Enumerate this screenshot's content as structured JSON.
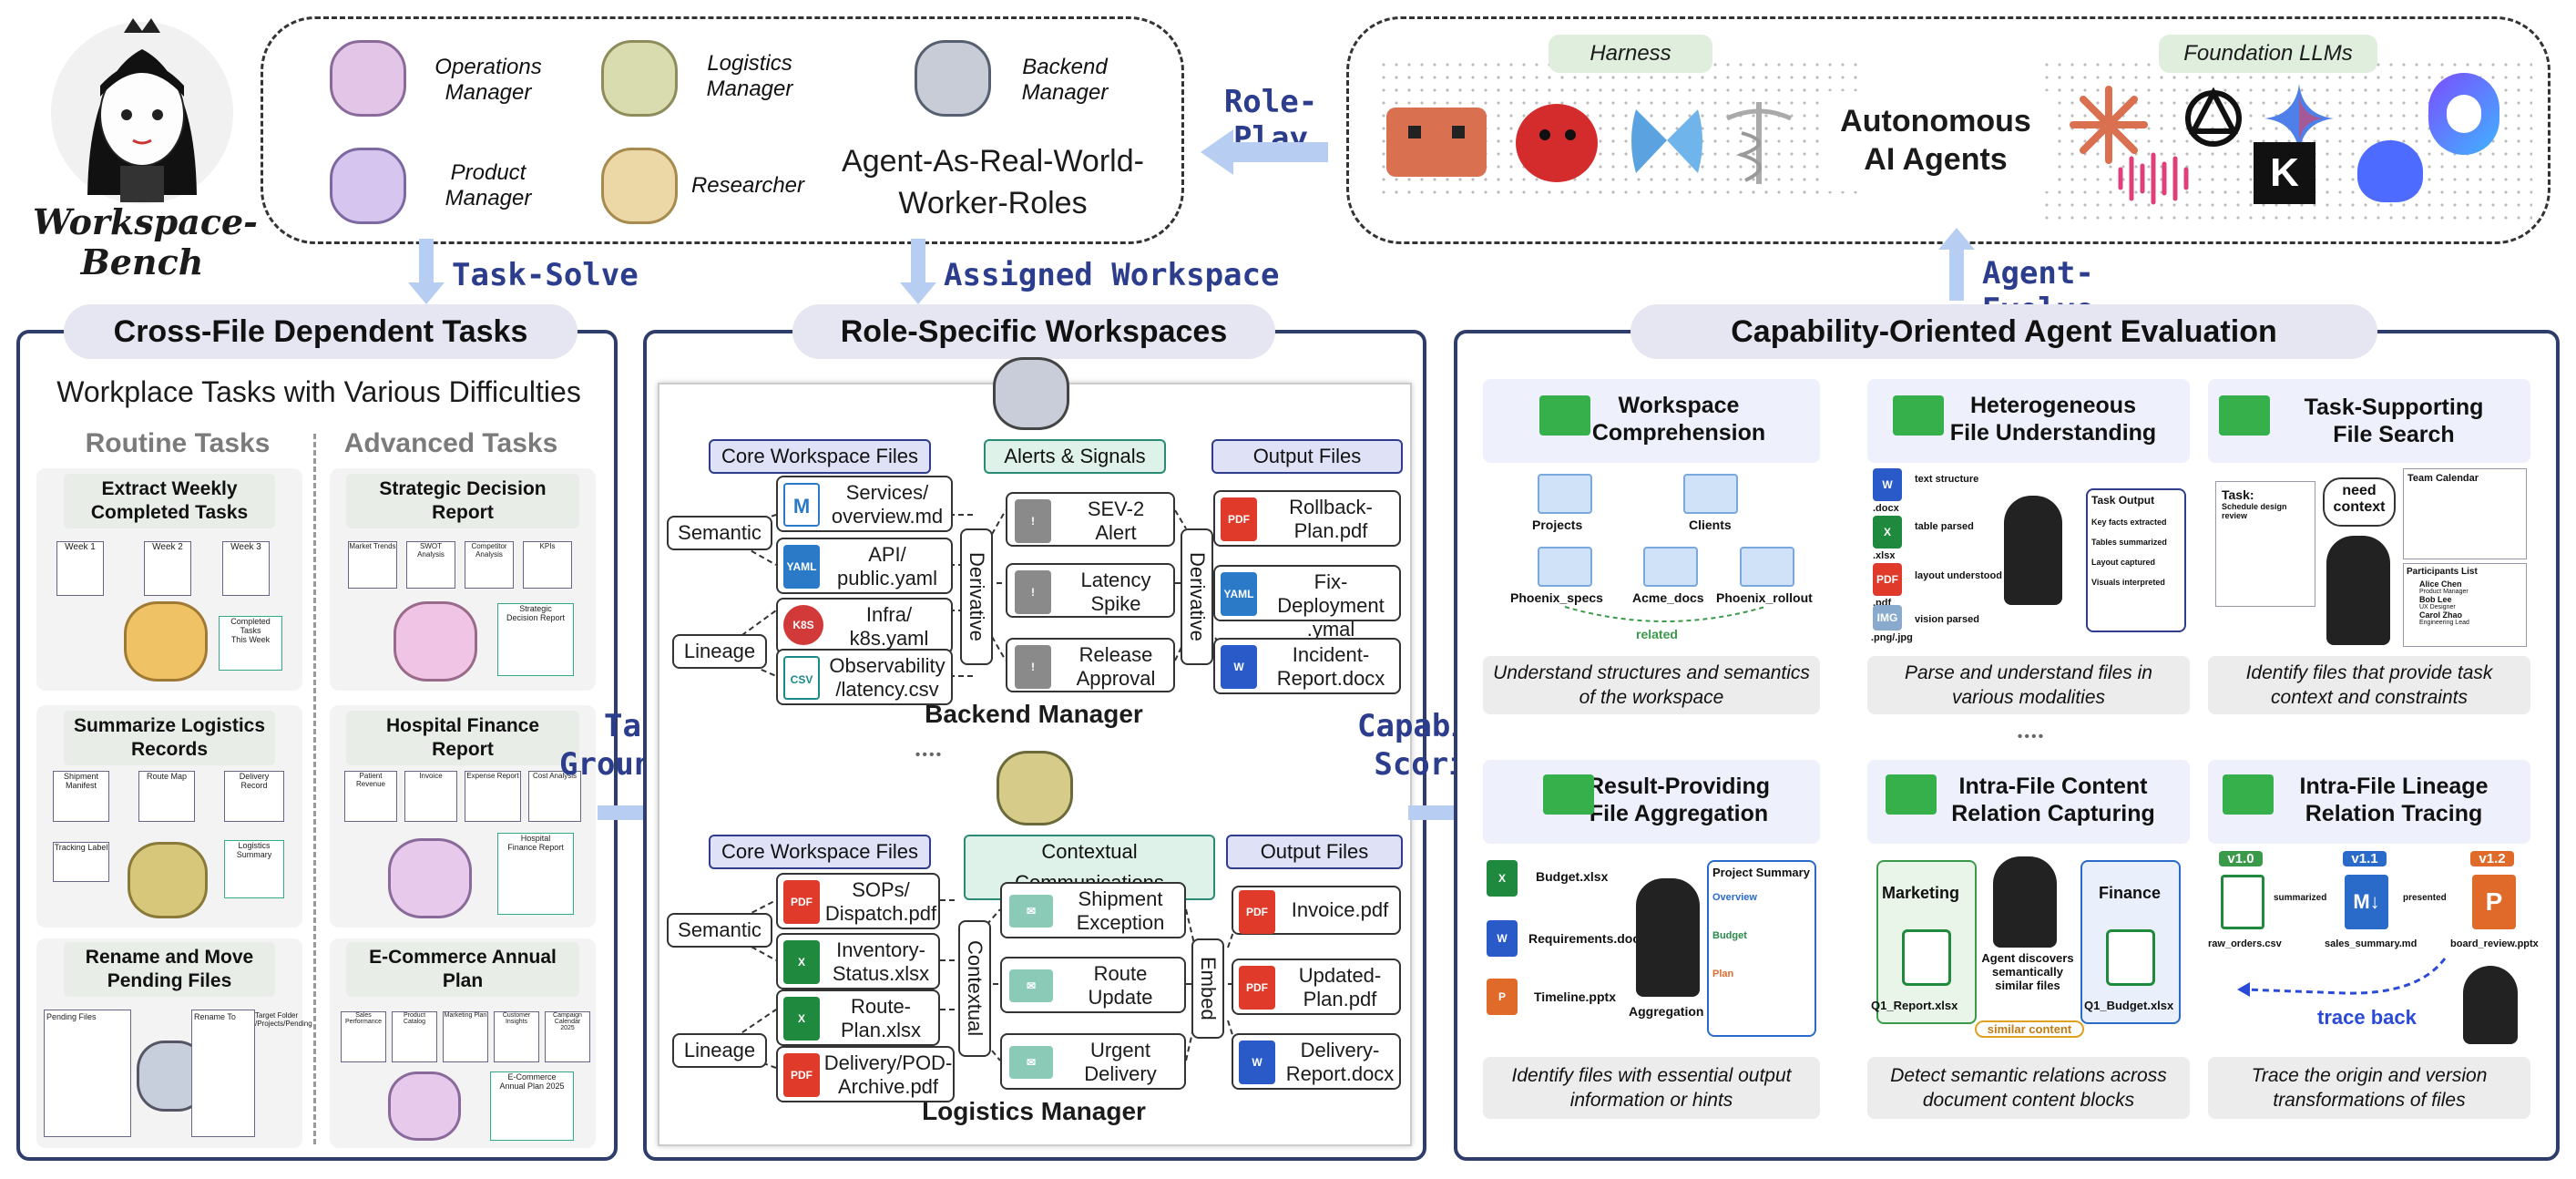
{
  "brand": {
    "title": "Workspace-\nBench"
  },
  "roles": {
    "ops": "Operations\nManager",
    "logistics": "Logistics\nManager",
    "backend": "Backend\nManager",
    "product": "Product\nManager",
    "researcher": "Researcher",
    "caption": "Agent-As-Real-World-\nWorker-Roles"
  },
  "flow": {
    "role_play": "Role-Play",
    "task_solve": "Task-Solve",
    "assigned_workspace": "Assigned Workspace",
    "agent_evolve": "Agent-Evolve",
    "task_grounding": "Task\nGrounding",
    "capability_scoring": "Capability\nScoring"
  },
  "agents": {
    "harness": "Harness",
    "foundation": "Foundation LLMs",
    "center": "Autonomous\nAI Agents"
  },
  "left": {
    "title": "Cross-File Dependent Tasks",
    "subtitle": "Workplace Tasks with Various Difficulties",
    "routine": "Routine Tasks",
    "advanced": "Advanced Tasks",
    "cards": [
      "Extract Weekly\nCompleted Tasks",
      "Summarize Logistics\nRecords",
      "Rename and Move\nPending Files",
      "Strategic Decision\nReport",
      "Hospital Finance\nReport",
      "E-Commerce Annual\nPlan"
    ],
    "card_text": {
      "week1": "Week 1",
      "week2": "Week 2",
      "week3": "Week 3",
      "completed": "Completed Tasks\nThis Week",
      "shipment": "Shipment\nManifest",
      "route_map": "Route Map",
      "delivery": "Delivery Record",
      "tracking": "Tracking Label",
      "logistics_summary": "Logistics\nSummary",
      "pending_files": "Pending Files",
      "rename_to": "Rename To",
      "target": "Target Folder\n/Projects/Pending",
      "strategic": "Strategic\nDecision Report",
      "market": "Market Trends",
      "swot": "SWOT Analysis",
      "competitor": "Competitor\nAnalysis",
      "kpis": "KPIs",
      "patient": "Patient Revenue",
      "invoice": "Invoice",
      "expense": "Expense Report",
      "cost": "Cost Analysis",
      "hospital_report": "Hospital\nFinance Report",
      "sales": "Sales Performance",
      "catalog": "Product Catalog",
      "marketing": "Marketing Plan",
      "insights": "Customer Insights",
      "calendar": "Campaign Calendar\n2025",
      "annual": "E-Commerce\nAnnual Plan 2025"
    }
  },
  "middle": {
    "title": "Role-Specific Workspaces",
    "backend": {
      "h1": "Core Workspace Files",
      "h2": "Alerts & Signals",
      "h3": "Output Files",
      "semantic": "Semantic",
      "lineage": "Lineage",
      "derivative": "Derivative",
      "files": [
        "Services/\noverview.md",
        "API/\npublic.yaml",
        "Infra/\nk8s.yaml",
        "Observability\n/latency.csv"
      ],
      "signals": [
        "SEV-2\nAlert",
        "Latency\nSpike",
        "Release\nApproval"
      ],
      "outputs": [
        "Rollback-\nPlan.pdf",
        "Fix-Deployment\n.ymal",
        "Incident-\nReport.docx"
      ],
      "label": "Backend Manager"
    },
    "ellipsis": "••••",
    "logistics": {
      "h1": "Core Workspace Files",
      "h2": "Contextual Communications",
      "h3": "Output Files",
      "semantic": "Semantic",
      "lineage": "Lineage",
      "contextual": "Contextual",
      "embed": "Embed",
      "files": [
        "SOPs/\nDispatch.pdf",
        "Inventory-\nStatus.xlsx",
        "Route-\nPlan.xlsx",
        "Delivery/POD-\nArchive.pdf"
      ],
      "signals": [
        "Shipment\nException",
        "Route\nUpdate",
        "Urgent\nDelivery"
      ],
      "outputs": [
        "Invoice.pdf",
        "Updated-\nPlan.pdf",
        "Delivery-\nReport.docx"
      ],
      "label": "Logistics Manager"
    }
  },
  "right": {
    "title": "Capability-Oriented Agent Evaluation",
    "cards": [
      {
        "title": "Workspace\nComprehension",
        "desc": "Understand structures and semantics\nof the workspace"
      },
      {
        "title": "Heterogeneous\nFile Understanding",
        "desc": "Parse and understand files in\nvarious modalities"
      },
      {
        "title": "Task-Supporting\nFile Search",
        "desc": "Identify files that provide task\ncontext and constraints"
      },
      {
        "title": "Result-Providing\nFile Aggregation",
        "desc": "Identify files with essential output\ninformation or hints"
      },
      {
        "title": "Intra-File Content\nRelation Capturing",
        "desc": "Detect semantic relations across\ndocument content blocks"
      },
      {
        "title": "Intra-File Lineage\nRelation Tracing",
        "desc": "Trace the origin and version\ntransformations of files"
      }
    ],
    "ellipsis": "••••",
    "c1": {
      "projects": "Projects",
      "clients": "Clients",
      "phoenix_specs": "Phoenix_specs",
      "acme": "Acme_docs",
      "rollout": "Phoenix_rollout",
      "related": "related"
    },
    "c2": {
      "docx": ".docx",
      "xlsx": ".xlsx",
      "pdf": ".pdf",
      "png": ".png/.jpg",
      "t1": "text structure",
      "t2": "table parsed",
      "t3": "layout understood",
      "t4": "vision parsed",
      "out": "Task Output",
      "o1": "Key facts extracted",
      "o2": "Tables summarized",
      "o3": "Layout captured",
      "o4": "Visuals interpreted"
    },
    "c3": {
      "task": "Task:",
      "task_text": "Schedule design review",
      "need": "need\ncontext",
      "calendar": "Team Calendar",
      "participants": "Participants List",
      "p1": "Alice Chen",
      "p1r": "Product Manager",
      "p2": "Bob Lee",
      "p2r": "UX Designer",
      "p3": "Carol Zhao",
      "p3r": "Engineering Lead"
    },
    "c4": {
      "f1": "Budget.xlsx",
      "f2": "Requirements.docx",
      "f3": "Timeline.pptx",
      "agg": "Aggregation",
      "summary": "Project Summary",
      "s1": "Overview",
      "s2": "Budget",
      "s3": "Plan"
    },
    "c5": {
      "marketing": "Marketing",
      "finance": "Finance",
      "q1": "Q1_Report.xlsx",
      "q1b": "Q1_Budget.xlsx",
      "disc": "Agent discovers\nsemantically\nsimilar files",
      "similar": "similar content"
    },
    "c6": {
      "v1": "v1.0",
      "v2": "v1.1",
      "v3": "v1.2",
      "f1": "raw_orders.csv",
      "f2": "sales_summary.md",
      "f3": "board_review.pptx",
      "a1": "summarized",
      "a2": "presented",
      "trace": "trace back"
    }
  }
}
